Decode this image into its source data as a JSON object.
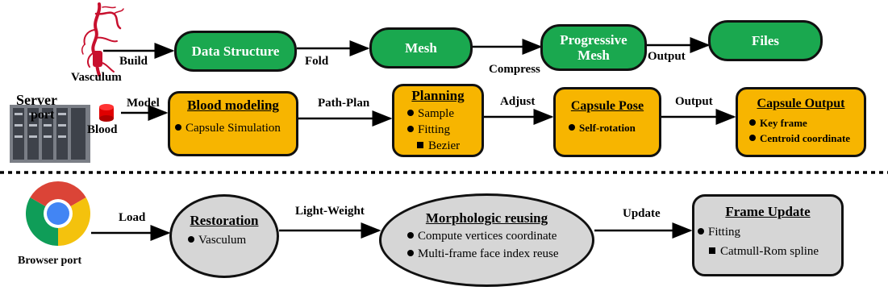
{
  "top_row": {
    "vasculum_label": "Vasculum",
    "build_label": "Build",
    "data_structure": "Data Structure",
    "fold_label": "Fold",
    "mesh": "Mesh",
    "compress_label": "Compress",
    "progressive_mesh": "Progressive Mesh",
    "output_label": "Output",
    "files": "Files"
  },
  "middle_row": {
    "server_label": "Server",
    "port_label": "port",
    "blood_label": "Blood",
    "model_label": "Model",
    "blood_modeling": {
      "title": "Blood modeling",
      "items": [
        "Capsule Simulation"
      ]
    },
    "path_plan_label": "Path-Plan",
    "planning": {
      "title": "Planning",
      "items": [
        "Sample",
        "Fitting"
      ],
      "sub_items": [
        "Bezier"
      ]
    },
    "adjust_label": "Adjust",
    "capsule_pose": {
      "title": "Capsule Pose",
      "items": [
        "Self-rotation"
      ]
    },
    "output_label": "Output",
    "capsule_output": {
      "title": "Capsule Output",
      "items": [
        "Key frame",
        "Centroid coordinate"
      ]
    }
  },
  "bottom_row": {
    "browser_label": "Browser port",
    "load_label": "Load",
    "restoration": {
      "title": "Restoration",
      "items": [
        "Vasculum"
      ]
    },
    "light_weight_label": "Light-Weight",
    "morphologic": {
      "title": "Morphologic reusing",
      "items": [
        "Compute vertices coordinate",
        "Multi-frame face index reuse"
      ]
    },
    "update_label": "Update",
    "frame_update": {
      "title": "Frame Update",
      "items": [
        "Fitting"
      ],
      "sub_items": [
        "Catmull-Rom spline"
      ]
    }
  },
  "colors": {
    "green": "#1aa84f",
    "amber": "#f7b500",
    "grey": "#d6d6d6",
    "vasculum_red": "#c8102e"
  },
  "icons": [
    "vasculum-icon",
    "server-rack-icon",
    "blood-cylinder-icon",
    "chrome-browser-icon"
  ]
}
